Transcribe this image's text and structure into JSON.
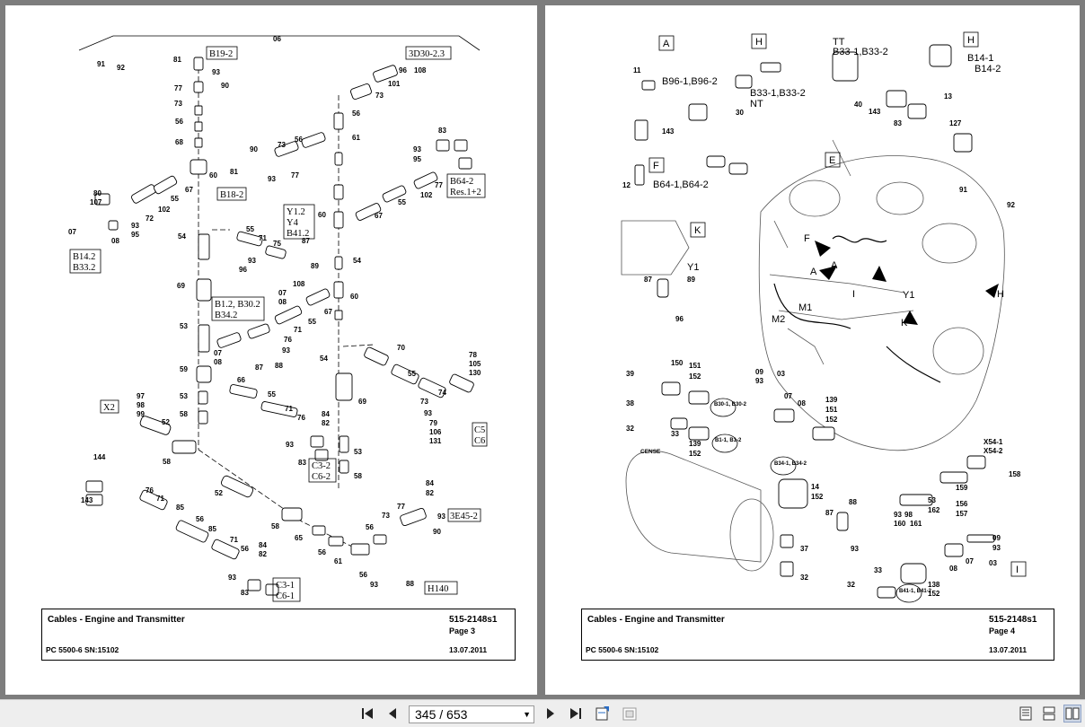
{
  "left_page": {
    "ref_top": "06",
    "boxes": [
      "B19-2",
      "3D30-2.3",
      "B18-2",
      "B64-2",
      "Res.1+2",
      "Y1.2",
      "Y4",
      "B41.2",
      "B14.2",
      "B33.2",
      "B1.2, B30.2",
      "B34.2",
      "X2",
      "C5",
      "C6",
      "C3-2",
      "C6-2",
      "3E45-2",
      "C3-1",
      "C6-1",
      "H140"
    ],
    "numbers": [
      "91",
      "92",
      "81",
      "93",
      "90",
      "77",
      "73",
      "56",
      "68",
      "60",
      "80",
      "107",
      "07",
      "93",
      "95",
      "08",
      "67",
      "55",
      "102",
      "72",
      "90",
      "73",
      "81",
      "93",
      "77",
      "56",
      "96",
      "108",
      "101",
      "73",
      "56",
      "61",
      "83",
      "93",
      "95",
      "77",
      "102",
      "55",
      "67",
      "60",
      "54",
      "55",
      "71",
      "75",
      "93",
      "96",
      "87",
      "89",
      "108",
      "07",
      "08",
      "54",
      "60",
      "67",
      "55",
      "71",
      "76",
      "93",
      "07",
      "08",
      "87",
      "88",
      "69",
      "53",
      "59",
      "53",
      "58",
      "66",
      "55",
      "71",
      "76",
      "93",
      "84",
      "82",
      "83",
      "97",
      "98",
      "99",
      "52",
      "58",
      "52",
      "54",
      "69",
      "53",
      "58",
      "70",
      "55",
      "74",
      "73",
      "93",
      "79",
      "106",
      "131",
      "78",
      "105",
      "130",
      "144",
      "143",
      "76",
      "71",
      "85",
      "56",
      "85",
      "71",
      "56",
      "93",
      "84",
      "82",
      "83",
      "58",
      "65",
      "56",
      "61",
      "56",
      "93",
      "88",
      "77",
      "73",
      "56",
      "82",
      "84",
      "93",
      "90"
    ],
    "footer": {
      "title": "Cables - Engine and Transmitter",
      "code": "515-2148s1",
      "page": "Page 3",
      "model": "PC 5500-6 SN:15102",
      "date": "13.07.2011"
    }
  },
  "right_page": {
    "view_letters": [
      "A",
      "H",
      "F",
      "E",
      "K",
      "H",
      "I"
    ],
    "labels": [
      "11",
      "B96-1,B96-2",
      "143",
      "12",
      "B64-1,B64-2",
      "TT",
      "B33-1,B33-2",
      "30",
      "NT",
      "B33-1,B33-2",
      "40",
      "143",
      "83",
      "B14-1",
      "B14-2",
      "13",
      "127",
      "91",
      "92",
      "87",
      "89",
      "96",
      "Y1",
      "F",
      "A",
      "A",
      "I",
      "H",
      "M1",
      "M2",
      "K",
      "Y1"
    ],
    "parts": [
      "39",
      "150",
      "151",
      "152",
      "38",
      "32",
      "CENSE",
      "33",
      "B30-1, B30-2",
      "139",
      "152",
      "B1-1, B1-2",
      "09",
      "93",
      "03",
      "07",
      "08",
      "139",
      "151",
      "152",
      "B34-1, B34-2",
      "14",
      "152",
      "37",
      "32",
      "88",
      "87",
      "93",
      "X54-1",
      "X54-2",
      "158",
      "159",
      "53",
      "162",
      "156",
      "157",
      "93",
      "98",
      "160",
      "161",
      "09",
      "93",
      "07",
      "08",
      "03",
      "33",
      "32",
      "B41-1, B41-2",
      "138",
      "152"
    ],
    "footer": {
      "title": "Cables - Engine and Transmitter",
      "code": "515-2148s1",
      "page": "Page 4",
      "model": "PC 5500-6 SN:15102",
      "date": "13.07.2011"
    }
  },
  "toolbar": {
    "page_value": "345 / 653",
    "icons": [
      "first-page-icon",
      "prev-page-icon",
      "next-page-icon",
      "last-page-icon",
      "fit-page-icon",
      "fit-width-icon",
      "single-page-view-icon",
      "continuous-view-icon",
      "two-page-view-icon"
    ]
  }
}
